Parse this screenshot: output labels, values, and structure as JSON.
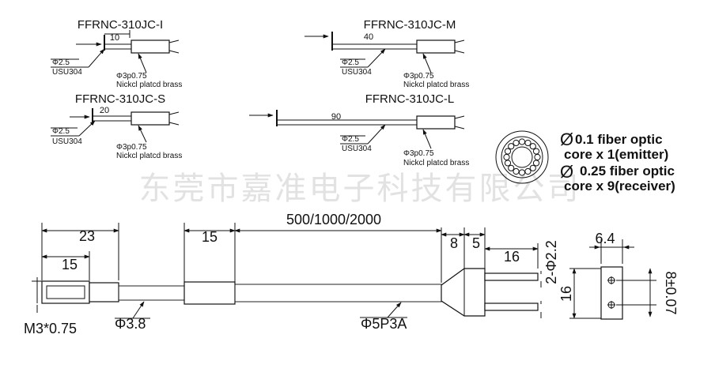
{
  "watermark": "东莞市嘉准电子科技有限公司",
  "variants": [
    {
      "model": "FFRNC-310JC-I",
      "length": "10",
      "tip_diameter": "Φ2.5",
      "tip_material": "USU304",
      "ferrule_dim": "Φ3p0.75",
      "ferrule_material": "Nickcl platcd brass"
    },
    {
      "model": "FFRNC-310JC-M",
      "length": "40",
      "tip_diameter": "Φ2.5",
      "tip_material": "USU304",
      "ferrule_dim": "Φ3p0.75",
      "ferrule_material": "Nickcl platcd brass"
    },
    {
      "model": "FFRNC-310JC-S",
      "length": "20",
      "tip_diameter": "Φ2.5",
      "tip_material": "USU304",
      "ferrule_dim": "Φ3p0.75",
      "ferrule_material": "Nickcl platcd brass"
    },
    {
      "model": "FFRNC-310JC-L",
      "length": "90",
      "tip_diameter": "Φ2.5",
      "tip_material": "USU304",
      "ferrule_dim": "Φ3p0.75",
      "ferrule_material": "Nickcl platcd brass"
    }
  ],
  "core_notes": {
    "symbol": "Ø",
    "line1": "0.1 fiber optic",
    "line2": "core x 1(emitter)",
    "line3": "0.25 fiber optic",
    "line4": "core x 9(receiver)"
  },
  "main_drawing": {
    "dim_23": "23",
    "dim_15a": "15",
    "dim_15b": "15",
    "length": "500/1000/2000",
    "dim_8": "8",
    "dim_5": "5",
    "dim_16a": "16",
    "dim_2phi22": "2-Φ2.2",
    "dim_16b": "16",
    "dim_64": "6.4",
    "dim_8tol": "8±0.07",
    "thread": "M3*0.75",
    "hose_small": "Φ3.8",
    "hose_large": "Φ5P3A"
  }
}
